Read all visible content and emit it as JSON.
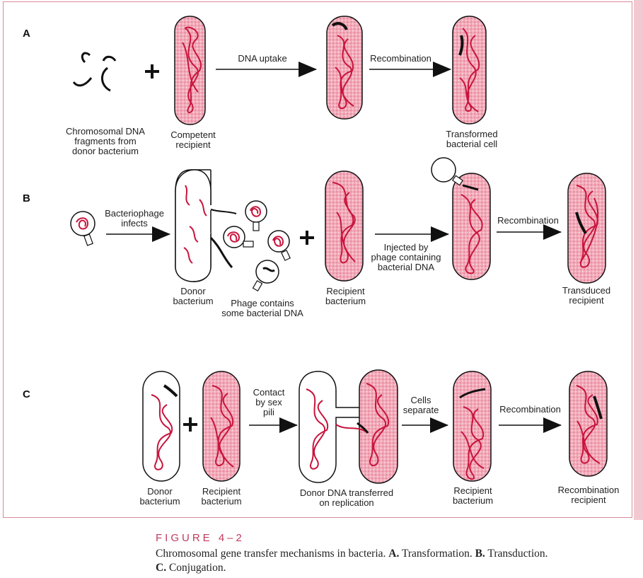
{
  "sections": {
    "a": "A",
    "b": "B",
    "c": "C"
  },
  "labels": {
    "a_fragments": "Chromosomal DNA\nfragments from\ndonor bacterium",
    "a_competent": "Competent\nrecipient",
    "a_uptake": "DNA uptake",
    "a_recomb": "Recombination",
    "a_transformed": "Transformed\nbacterial cell",
    "b_phage_infects": "Bacteriophage\ninfects",
    "b_donor": "Donor\nbacterium",
    "b_phage_contains": "Phage contains\nsome bacterial DNA",
    "b_recipient": "Recipient\nbacterium",
    "b_injected": "Injected by\nphage containing\nbacterial DNA",
    "b_recomb": "Recombination",
    "b_transduced": "Transduced\nrecipient",
    "c_donor": "Donor\nbacterium",
    "c_recipient": "Recipient\nbacterium",
    "c_contact": "Contact\nby sex\npili",
    "c_transferred": "Donor DNA transferred\non replication",
    "c_cells_separate": "Cells\nseparate",
    "c_recipient2": "Recipient\nbacterium",
    "c_recomb": "Recombination",
    "c_recomb_recipient": "Recombination\nrecipient"
  },
  "caption": {
    "figure": "FIGURE 4–2",
    "text_main": "Chromosomal gene transfer mechanisms in bacteria. ",
    "a_key": "A.",
    "a_text": " Transformation. ",
    "b_key": "B.",
    "b_text": " Transduction.",
    "c_key": "C.",
    "c_text": " Conjugation."
  },
  "colors": {
    "cell_fill": "#f2a9b8",
    "dna": "#c8143c",
    "border": "#d98a98",
    "caption_title": "#c23a5b"
  }
}
